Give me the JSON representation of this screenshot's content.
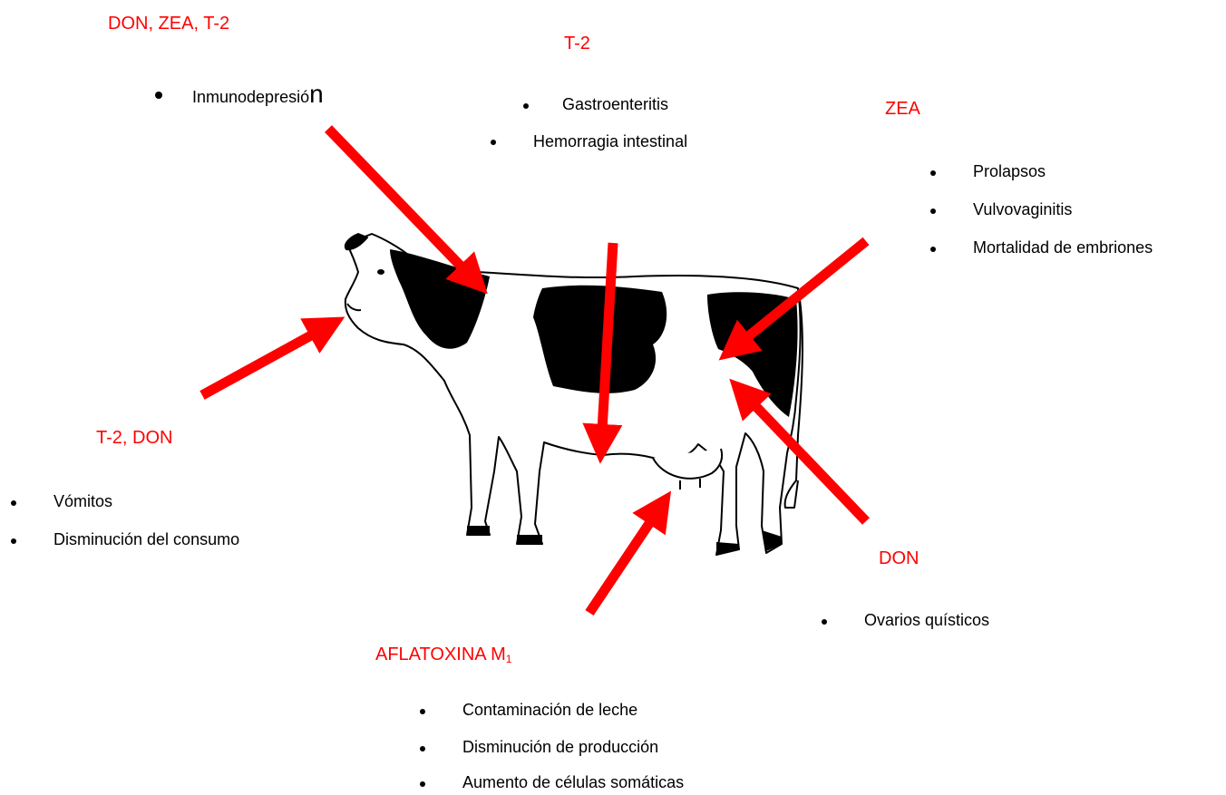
{
  "accent_color": "#ff0000",
  "groups": {
    "immuno": {
      "title": "DON, ZEA, T-2",
      "items": [
        "Inmunodepresió",
        "n"
      ]
    },
    "t2": {
      "title": "T-2",
      "items": [
        "Gastroenteritis",
        "Hemorragia intestinal"
      ]
    },
    "zea": {
      "title": "ZEA",
      "items": [
        "Prolapsos",
        "Vulvovaginitis",
        "Mortalidad de embriones"
      ]
    },
    "t2don": {
      "title": "T-2, DON",
      "items": [
        "Vómitos",
        "Disminución del consumo"
      ]
    },
    "don": {
      "title": "DON",
      "items": [
        "Ovarios quísticos"
      ]
    },
    "aflatoxin": {
      "title": "AFLATOXINA M",
      "title_sub": "1",
      "items": [
        "Contaminación de leche",
        "Disminución de producción",
        "Aumento de células somáticas"
      ]
    }
  }
}
